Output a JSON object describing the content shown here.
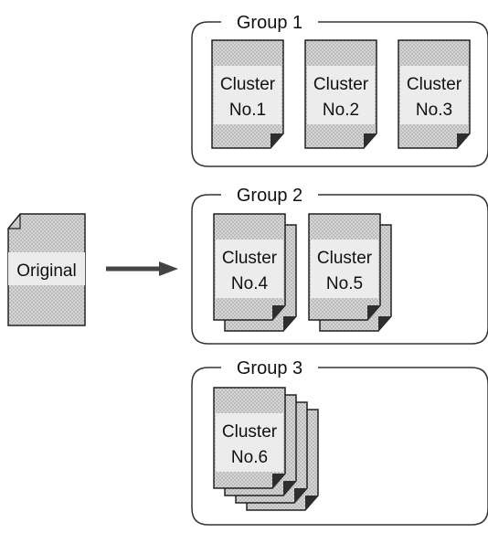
{
  "diagram": {
    "original_label": "Original",
    "groups": [
      {
        "title": "Group 1",
        "clusters": [
          {
            "line1": "Cluster",
            "line2": "No.1"
          },
          {
            "line1": "Cluster",
            "line2": "No.2"
          },
          {
            "line1": "Cluster",
            "line2": "No.3"
          }
        ]
      },
      {
        "title": "Group 2",
        "clusters": [
          {
            "line1": "Cluster",
            "line2": "No.4"
          },
          {
            "line1": "Cluster",
            "line2": "No.5"
          }
        ]
      },
      {
        "title": "Group 3",
        "clusters": [
          {
            "line1": "Cluster",
            "line2": "No.6"
          }
        ]
      }
    ]
  },
  "colors": {
    "paper_fill": "#d6d6d6",
    "band_fill": "#ececec",
    "stroke": "#222222",
    "fold": "#2e2e2e",
    "arrow": "#444444",
    "frame": "#333333"
  }
}
